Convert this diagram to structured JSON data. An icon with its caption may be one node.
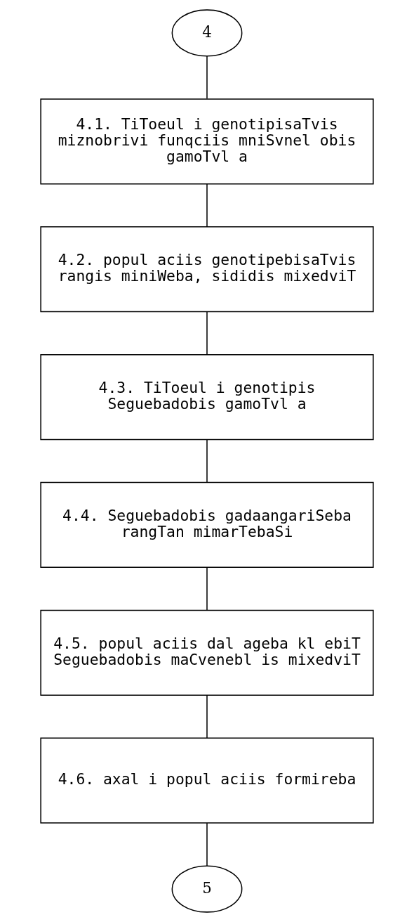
{
  "diagram": {
    "nodes": [
      {
        "text": [
          "4"
        ]
      },
      {
        "text": [
          "4.1. TiToeul i genotipisaTvis miznobrivi funqciis mniSvnel obis gamoTvl a"
        ]
      },
      {
        "text": [
          "4.2. popul aciis genotipebisaTvis rangis miniWeba, sididis mixedviT"
        ]
      },
      {
        "text": [
          "4.3. TiToeul i genotipis Seguebadobis gamoTvl a"
        ]
      },
      {
        "text": [
          "4.4. Seguebadobis gadaangariSeba rangTan mimarTebaSi"
        ]
      },
      {
        "text": [
          "4.5. popul aciis dal ageba kl ebiT Seguebadobis maCvenebl is mixedviT"
        ]
      },
      {
        "text": [
          "4.6. axal i popul aciis formireba"
        ]
      },
      {
        "text": [
          "5"
        ]
      }
    ],
    "edges": [
      {
        "from": 0,
        "to": 1,
        "arrow": "none"
      },
      {
        "from": 1,
        "to": 2,
        "arrow": "none"
      },
      {
        "from": 2,
        "to": 3,
        "arrow": "none"
      },
      {
        "from": 3,
        "to": 4,
        "arrow": "none"
      },
      {
        "from": 4,
        "to": 5,
        "arrow": "none"
      },
      {
        "from": 5,
        "to": 6,
        "arrow": "none"
      },
      {
        "from": 6,
        "to": 7,
        "arrow": "none"
      }
    ]
  }
}
